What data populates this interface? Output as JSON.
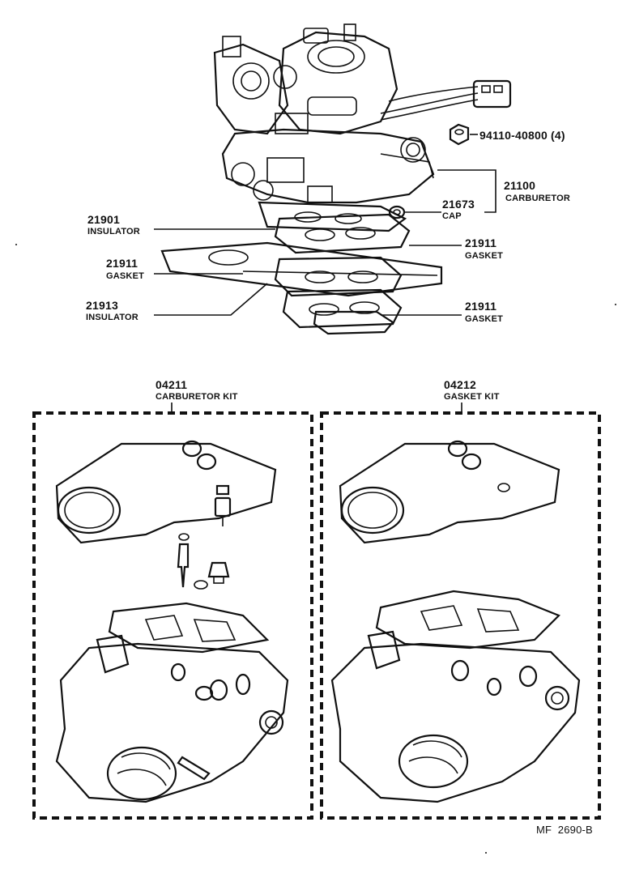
{
  "parts": {
    "nut": {
      "number": "94110-40800 (4)"
    },
    "carburetor": {
      "number": "21100",
      "name": "CARBURETOR"
    },
    "cap": {
      "number": "21673",
      "name": "CAP"
    },
    "insulator_upper": {
      "number": "21901",
      "name": "INSULATOR"
    },
    "gasket_upper_right": {
      "number": "21911",
      "name": "GASKET"
    },
    "gasket_left": {
      "number": "21911",
      "name": "GASKET"
    },
    "insulator_lower": {
      "number": "21913",
      "name": "INSULATOR"
    },
    "gasket_lower_right": {
      "number": "21911",
      "name": "GASKET"
    }
  },
  "kits": {
    "carburetor_kit": {
      "number": "04211",
      "name": "CARBURETOR KIT"
    },
    "gasket_kit": {
      "number": "04212",
      "name": "GASKET KIT"
    }
  },
  "footer": {
    "code": "MF  2690-B"
  }
}
